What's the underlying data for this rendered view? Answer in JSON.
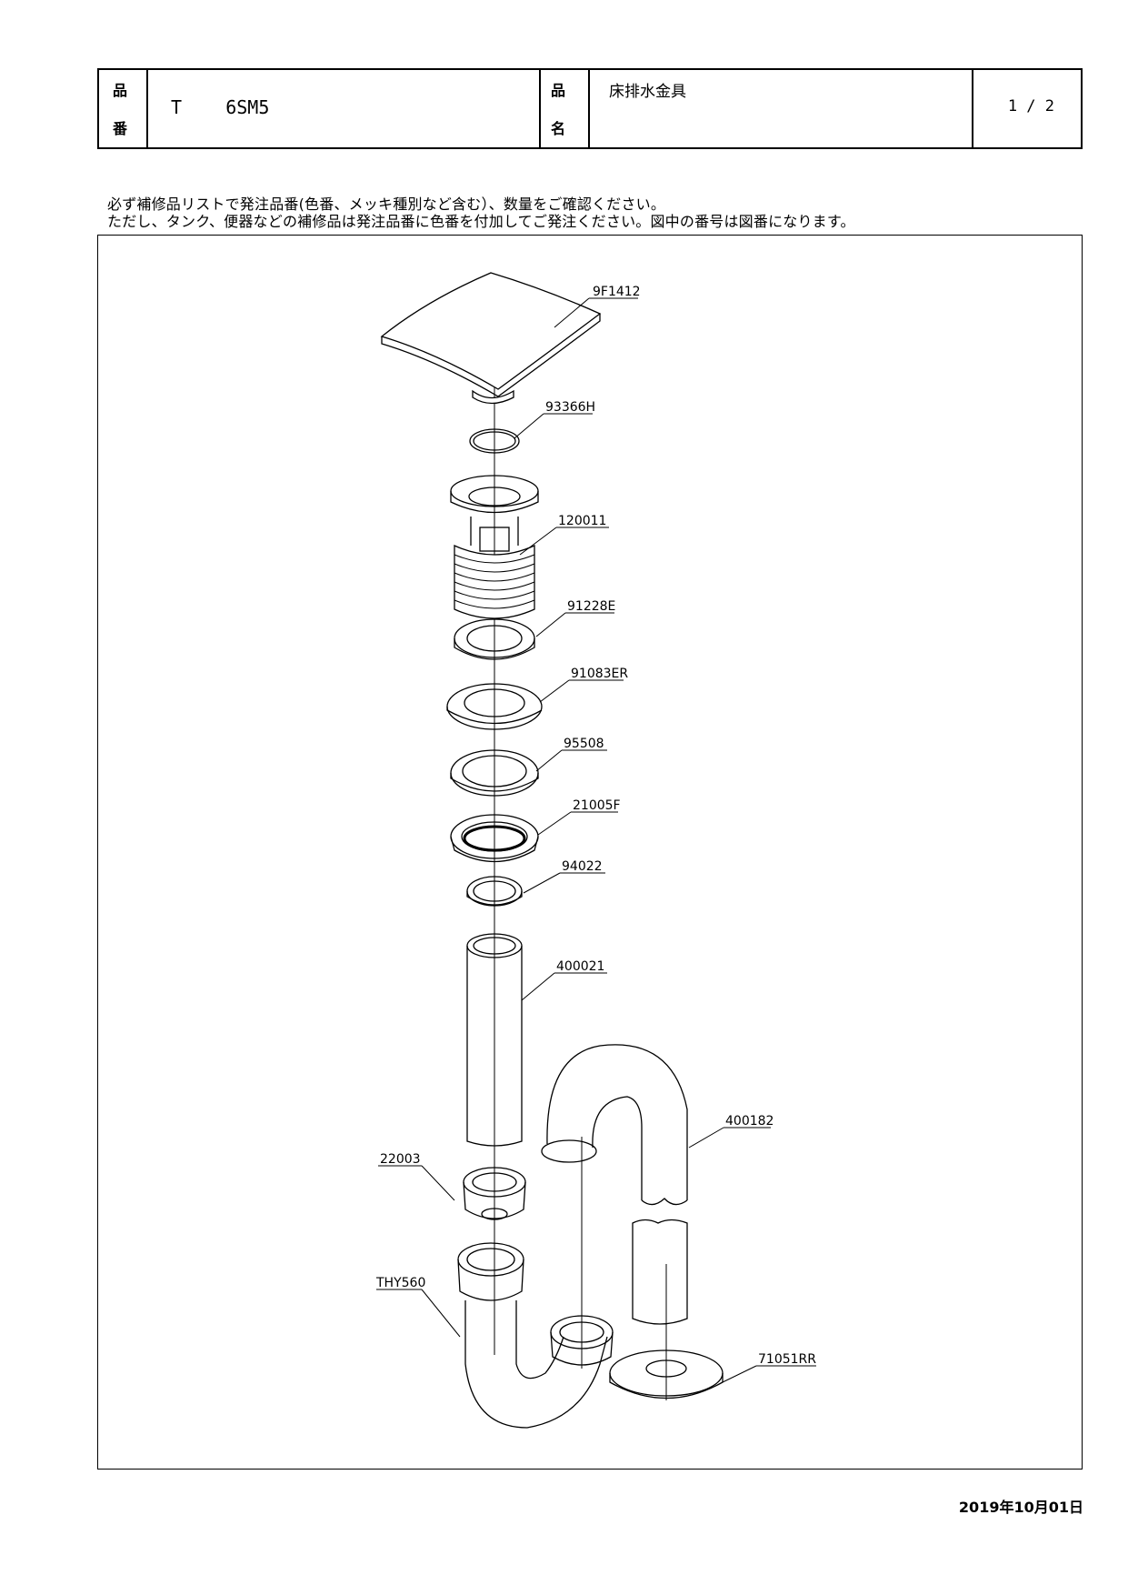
{
  "header": {
    "hinban_top": "品",
    "hinban_bottom": "番",
    "part_number": "T    6SM5",
    "hinmei_top": "品",
    "hinmei_bottom": "名",
    "product_name": "床排水金具",
    "page": "1 / 2"
  },
  "notes": {
    "line1": "必ず補修品リストで発注品番(色番、メッキ種別など含む）、数量をご確認ください。",
    "line2": "ただし、タンク、便器などの補修品は発注品番に色番を付加してご発注ください。図中の番号は図番になります。"
  },
  "parts": {
    "p1": "9F1412",
    "p2": "93366H",
    "p3": "120011",
    "p4": "91228E",
    "p5": "91083ER",
    "p6": "95508",
    "p7": "21005F",
    "p8": "94022",
    "p9": "400021",
    "p10": "400182",
    "p11": "22003",
    "p12": "THY560",
    "p13": "71051RR"
  },
  "date": "2019年10月01日"
}
